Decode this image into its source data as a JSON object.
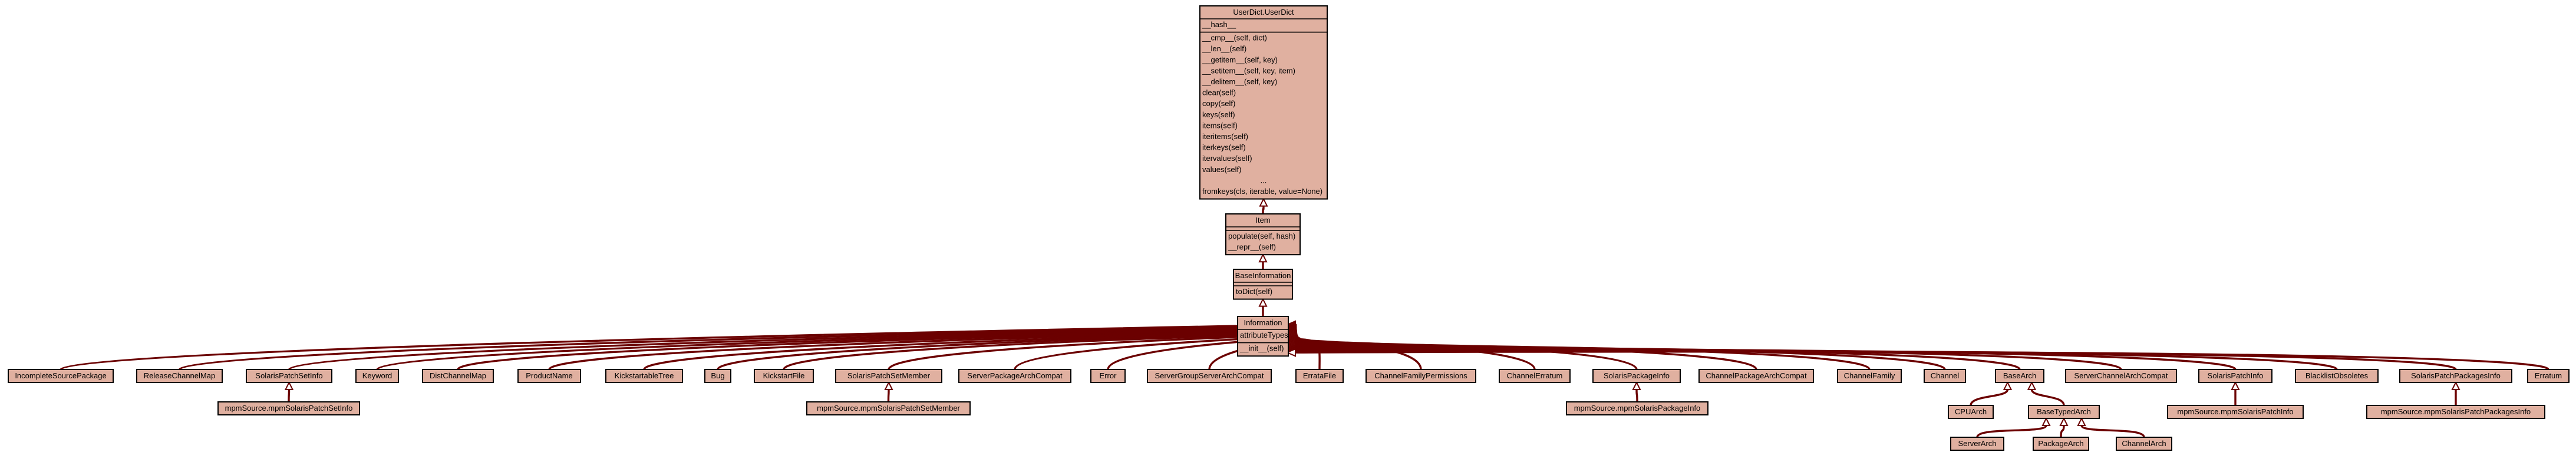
{
  "classes": [
    {
      "id": "userdict",
      "name": "UserDict.UserDict",
      "attributes": [
        "__hash__"
      ],
      "methods": [
        "__cmp__(self, dict)",
        "__len__(self)",
        "__getitem__(self, key)",
        "__setitem__(self, key, item)",
        "__delitem__(self, key)",
        "clear(self)",
        "copy(self)",
        "keys(self)",
        "items(self)",
        "iteritems(self)",
        "iterkeys(self)",
        "itervalues(self)",
        "values(self)",
        "...",
        "fromkeys(cls, iterable, value=None)"
      ]
    },
    {
      "id": "item",
      "name": "Item",
      "attributes": [],
      "methods": [
        "populate(self, hash)",
        "__repr__(self)"
      ]
    },
    {
      "id": "baseinformation",
      "name": "BaseInformation",
      "attributes": [],
      "methods": [
        "toDict(self)"
      ]
    },
    {
      "id": "information",
      "name": "Information",
      "attributes": [
        "attributeTypes"
      ],
      "methods": [
        "__init__(self)"
      ]
    },
    {
      "id": "incompletesourcepackage",
      "name": "IncompleteSourcePackage",
      "attributes": [],
      "methods": []
    },
    {
      "id": "releasechannelmap",
      "name": "ReleaseChannelMap",
      "attributes": [],
      "methods": []
    },
    {
      "id": "solarispatchsetinfo",
      "name": "SolarisPatchSetInfo",
      "attributes": [],
      "methods": []
    },
    {
      "id": "keyword",
      "name": "Keyword",
      "attributes": [],
      "methods": []
    },
    {
      "id": "distchannelmap",
      "name": "DistChannelMap",
      "attributes": [],
      "methods": []
    },
    {
      "id": "productname",
      "name": "ProductName",
      "attributes": [],
      "methods": []
    },
    {
      "id": "kickstartabletree",
      "name": "KickstartableTree",
      "attributes": [],
      "methods": []
    },
    {
      "id": "bug",
      "name": "Bug",
      "attributes": [],
      "methods": []
    },
    {
      "id": "kickstartfile",
      "name": "KickstartFile",
      "attributes": [],
      "methods": []
    },
    {
      "id": "solarispatchsetmember",
      "name": "SolarisPatchSetMember",
      "attributes": [],
      "methods": []
    },
    {
      "id": "serverpackagearchcompat",
      "name": "ServerPackageArchCompat",
      "attributes": [],
      "methods": []
    },
    {
      "id": "error",
      "name": "Error",
      "attributes": [],
      "methods": []
    },
    {
      "id": "servergroupserverarchcompat",
      "name": "ServerGroupServerArchCompat",
      "attributes": [],
      "methods": []
    },
    {
      "id": "erratafile",
      "name": "ErrataFile",
      "attributes": [],
      "methods": []
    },
    {
      "id": "channelfamilypermissions",
      "name": "ChannelFamilyPermissions",
      "attributes": [],
      "methods": []
    },
    {
      "id": "channelerratum",
      "name": "ChannelErratum",
      "attributes": [],
      "methods": []
    },
    {
      "id": "solarispackageinfo",
      "name": "SolarisPackageInfo",
      "attributes": [],
      "methods": []
    },
    {
      "id": "channelpackagearchcompat",
      "name": "ChannelPackageArchCompat",
      "attributes": [],
      "methods": []
    },
    {
      "id": "channelfamily",
      "name": "ChannelFamily",
      "attributes": [],
      "methods": []
    },
    {
      "id": "channel",
      "name": "Channel",
      "attributes": [],
      "methods": []
    },
    {
      "id": "basearch",
      "name": "BaseArch",
      "attributes": [],
      "methods": []
    },
    {
      "id": "serverchannelarchcompat",
      "name": "ServerChannelArchCompat",
      "attributes": [],
      "methods": []
    },
    {
      "id": "solarispatchinfo",
      "name": "SolarisPatchInfo",
      "attributes": [],
      "methods": []
    },
    {
      "id": "blacklistobsoletes",
      "name": "BlacklistObsoletes",
      "attributes": [],
      "methods": []
    },
    {
      "id": "solarispatchpackagesinfo",
      "name": "SolarisPatchPackagesInfo",
      "attributes": [],
      "methods": []
    },
    {
      "id": "erratum",
      "name": "Erratum",
      "attributes": [],
      "methods": []
    },
    {
      "id": "mpmsource-solarispatchsetinfo",
      "name": "mpmSource.mpmSolarisPatchSetInfo",
      "attributes": [],
      "methods": []
    },
    {
      "id": "mpmsource-solarispatchsetmember",
      "name": "mpmSource.mpmSolarisPatchSetMember",
      "attributes": [],
      "methods": []
    },
    {
      "id": "mpmsource-solarispackageinfo",
      "name": "mpmSource.mpmSolarisPackageInfo",
      "attributes": [],
      "methods": []
    },
    {
      "id": "cpuarch",
      "name": "CPUArch",
      "attributes": [],
      "methods": []
    },
    {
      "id": "basetypedarch",
      "name": "BaseTypedArch",
      "attributes": [],
      "methods": []
    },
    {
      "id": "mpmsource-solarispatchinfo",
      "name": "mpmSource.mpmSolarisPatchInfo",
      "attributes": [],
      "methods": []
    },
    {
      "id": "mpmsource-solarispatchpackagesinfo",
      "name": "mpmSource.mpmSolarisPatchPackagesInfo",
      "attributes": [],
      "methods": []
    },
    {
      "id": "serverarch",
      "name": "ServerArch",
      "attributes": [],
      "methods": []
    },
    {
      "id": "packagearch",
      "name": "PackageArch",
      "attributes": [],
      "methods": []
    },
    {
      "id": "channelarch",
      "name": "ChannelArch",
      "attributes": [],
      "methods": []
    }
  ],
  "inheritance": [
    {
      "child": "item",
      "parent": "userdict"
    },
    {
      "child": "baseinformation",
      "parent": "item"
    },
    {
      "child": "information",
      "parent": "baseinformation"
    },
    {
      "child": "incompletesourcepackage",
      "parent": "information"
    },
    {
      "child": "releasechannelmap",
      "parent": "information"
    },
    {
      "child": "solarispatchsetinfo",
      "parent": "information"
    },
    {
      "child": "keyword",
      "parent": "information"
    },
    {
      "child": "distchannelmap",
      "parent": "information"
    },
    {
      "child": "productname",
      "parent": "information"
    },
    {
      "child": "kickstartabletree",
      "parent": "information"
    },
    {
      "child": "bug",
      "parent": "information"
    },
    {
      "child": "kickstartfile",
      "parent": "information"
    },
    {
      "child": "solarispatchsetmember",
      "parent": "information"
    },
    {
      "child": "serverpackagearchcompat",
      "parent": "information"
    },
    {
      "child": "error",
      "parent": "information"
    },
    {
      "child": "servergroupserverarchcompat",
      "parent": "information"
    },
    {
      "child": "erratafile",
      "parent": "information"
    },
    {
      "child": "channelfamilypermissions",
      "parent": "information"
    },
    {
      "child": "channelerratum",
      "parent": "information"
    },
    {
      "child": "solarispackageinfo",
      "parent": "information"
    },
    {
      "child": "channelpackagearchcompat",
      "parent": "information"
    },
    {
      "child": "channelfamily",
      "parent": "information"
    },
    {
      "child": "channel",
      "parent": "information"
    },
    {
      "child": "basearch",
      "parent": "information"
    },
    {
      "child": "serverchannelarchcompat",
      "parent": "information"
    },
    {
      "child": "solarispatchinfo",
      "parent": "information"
    },
    {
      "child": "blacklistobsoletes",
      "parent": "information"
    },
    {
      "child": "solarispatchpackagesinfo",
      "parent": "information"
    },
    {
      "child": "erratum",
      "parent": "information"
    },
    {
      "child": "mpmsource-solarispatchsetinfo",
      "parent": "solarispatchsetinfo"
    },
    {
      "child": "mpmsource-solarispatchsetmember",
      "parent": "solarispatchsetmember"
    },
    {
      "child": "mpmsource-solarispackageinfo",
      "parent": "solarispackageinfo"
    },
    {
      "child": "cpuarch",
      "parent": "basearch"
    },
    {
      "child": "basetypedarch",
      "parent": "basearch"
    },
    {
      "child": "mpmsource-solarispatchinfo",
      "parent": "solarispatchinfo"
    },
    {
      "child": "mpmsource-solarispatchpackagesinfo",
      "parent": "solarispatchpackagesinfo"
    },
    {
      "child": "serverarch",
      "parent": "basetypedarch"
    },
    {
      "child": "packagearch",
      "parent": "basetypedarch"
    },
    {
      "child": "channelarch",
      "parent": "basetypedarch"
    }
  ],
  "colors": {
    "box_fill": "#e0b0a0",
    "box_stroke": "#000000",
    "edge": "#6b0000"
  }
}
